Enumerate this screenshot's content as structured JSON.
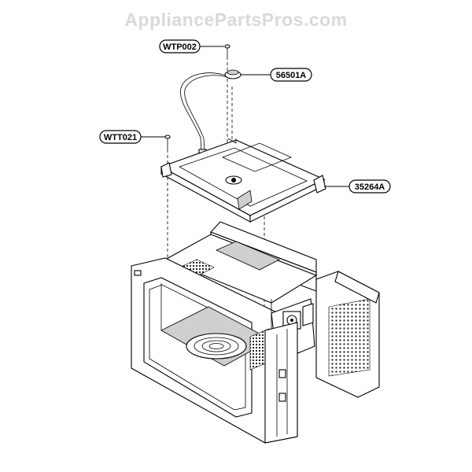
{
  "watermark": "AppliancePartsPros.com",
  "callouts": {
    "wtp002": "WTP002",
    "p56501a": "56501A",
    "wtt021": "WTT021",
    "p35264a": "35264A"
  }
}
